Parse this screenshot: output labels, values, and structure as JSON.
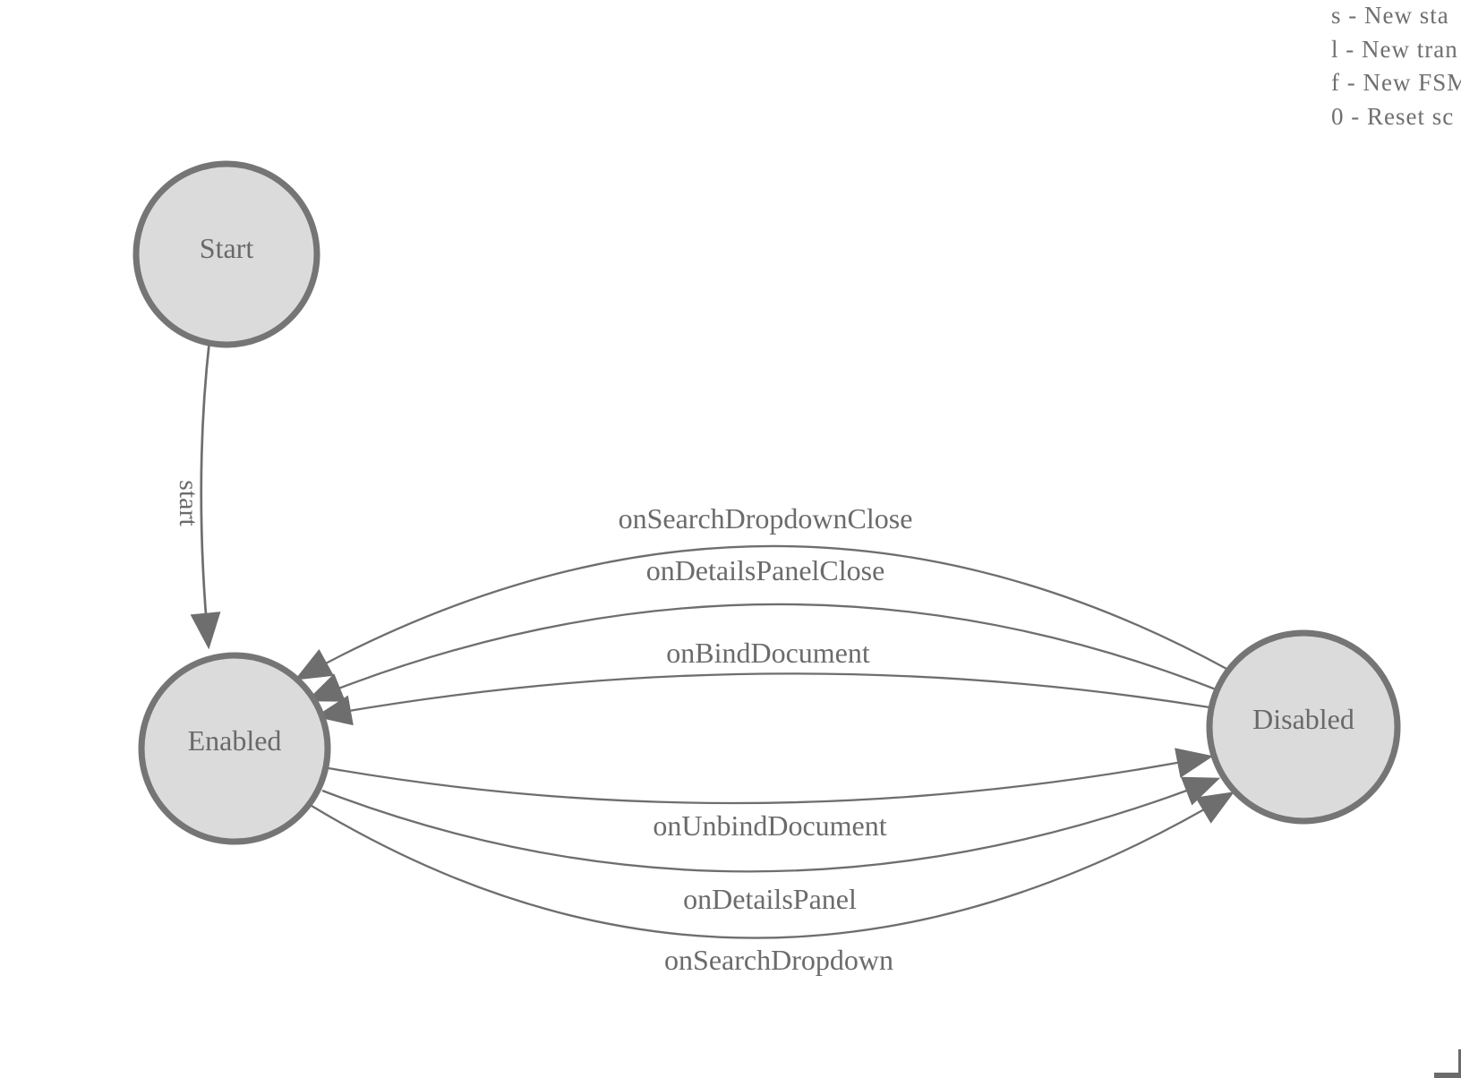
{
  "diagram": {
    "states": [
      {
        "id": "start",
        "label": "Start"
      },
      {
        "id": "enabled",
        "label": "Enabled"
      },
      {
        "id": "disabled",
        "label": "Disabled"
      }
    ],
    "transitions": [
      {
        "label": "start",
        "from": "Start",
        "to": "Enabled"
      },
      {
        "label": "onSearchDropdownClose",
        "from": "Disabled",
        "to": "Enabled"
      },
      {
        "label": "onDetailsPanelClose",
        "from": "Disabled",
        "to": "Enabled"
      },
      {
        "label": "onBindDocument",
        "from": "Disabled",
        "to": "Enabled"
      },
      {
        "label": "onUnbindDocument",
        "from": "Enabled",
        "to": "Disabled"
      },
      {
        "label": "onDetailsPanel",
        "from": "Enabled",
        "to": "Disabled"
      },
      {
        "label": "onSearchDropdown",
        "from": "Enabled",
        "to": "Disabled"
      }
    ]
  },
  "legend": {
    "items": [
      "s - New sta",
      "l - New tran",
      "f - New FSM",
      "0 - Reset sc"
    ]
  },
  "colors": {
    "state_fill": "#dbdbdb",
    "state_stroke": "#757575",
    "edge_stroke": "#6e6e6e",
    "label_text": "#6b6b6b",
    "legend_text": "#6f6f6f",
    "background": "#ffffff"
  }
}
